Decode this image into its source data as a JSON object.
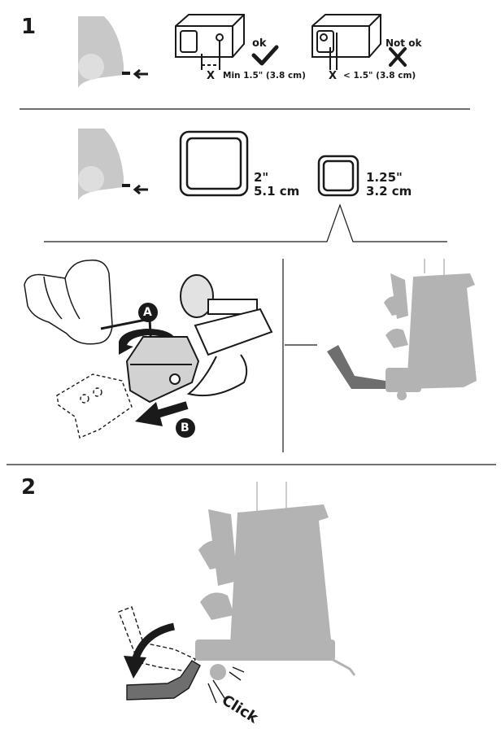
{
  "steps": [
    {
      "number": "1"
    },
    {
      "number": "2"
    }
  ],
  "hitch_check": {
    "ok_label": "ok",
    "ok_x": "X",
    "ok_measure": "Min 1.5\" (3.8 cm)",
    "notok_label": "Not ok",
    "notok_x": "X",
    "notok_measure": "< 1.5\" (3.8 cm)"
  },
  "receiver_sizes": [
    {
      "inch": "2\"",
      "cm": "5.1 cm"
    },
    {
      "inch": "1.25\"",
      "cm": "3.2 cm"
    }
  ],
  "adapter": {
    "callout_a": "A",
    "callout_b": "B"
  },
  "step2": {
    "sound_label": "Click"
  },
  "colors": {
    "ink": "#1a1a1a",
    "gray": "#b3b3b3",
    "dark_gray": "#6e6e6e",
    "light_gray": "#d2d2d2"
  }
}
